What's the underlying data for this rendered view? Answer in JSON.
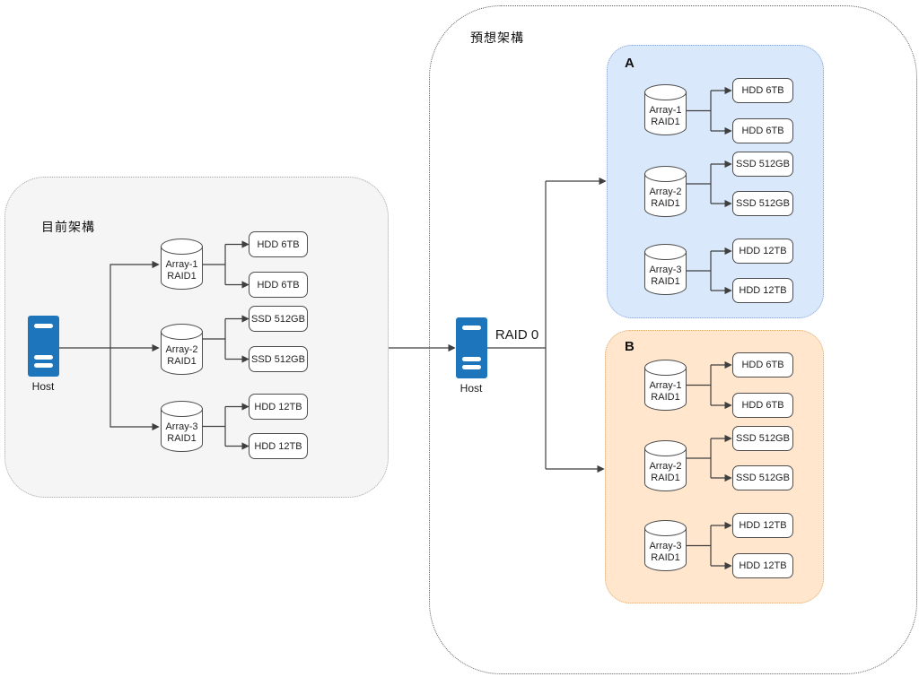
{
  "current": {
    "title": "目前架構",
    "host": {
      "label": "Host"
    },
    "arrays": [
      {
        "name": "Array-1",
        "raid": "RAID1",
        "drives": [
          "HDD 6TB",
          "HDD 6TB"
        ]
      },
      {
        "name": "Array-2",
        "raid": "RAID1",
        "drives": [
          "SSD 512GB",
          "SSD 512GB"
        ]
      },
      {
        "name": "Array-3",
        "raid": "RAID1",
        "drives": [
          "HDD 12TB",
          "HDD 12TB"
        ]
      }
    ]
  },
  "planned": {
    "title": "預想架構",
    "host": {
      "label": "Host"
    },
    "raid_link_label": "RAID 0",
    "groups": [
      {
        "label": "A",
        "arrays": [
          {
            "name": "Array-1",
            "raid": "RAID1",
            "drives": [
              "HDD 6TB",
              "HDD 6TB"
            ]
          },
          {
            "name": "Array-2",
            "raid": "RAID1",
            "drives": [
              "SSD 512GB",
              "SSD 512GB"
            ]
          },
          {
            "name": "Array-3",
            "raid": "RAID1",
            "drives": [
              "HDD 12TB",
              "HDD 12TB"
            ]
          }
        ]
      },
      {
        "label": "B",
        "arrays": [
          {
            "name": "Array-1",
            "raid": "RAID1",
            "drives": [
              "HDD 6TB",
              "HDD 6TB"
            ]
          },
          {
            "name": "Array-2",
            "raid": "RAID1",
            "drives": [
              "SSD 512GB",
              "SSD 512GB"
            ]
          },
          {
            "name": "Array-3",
            "raid": "RAID1",
            "drives": [
              "HDD 12TB",
              "HDD 12TB"
            ]
          }
        ]
      }
    ]
  },
  "colors": {
    "host_fill": "#1d76bb",
    "node_border": "#4d4d4d",
    "connector": "#3f3f3f",
    "current_fill": "#f5f5f5",
    "current_border": "#a6a6a6",
    "planned_border": "#5f5f5f",
    "group_a_fill": "#dae8fc",
    "group_a_border": "#7f9fd1",
    "group_b_fill": "#ffe6cc",
    "group_b_border": "#dfa969"
  }
}
